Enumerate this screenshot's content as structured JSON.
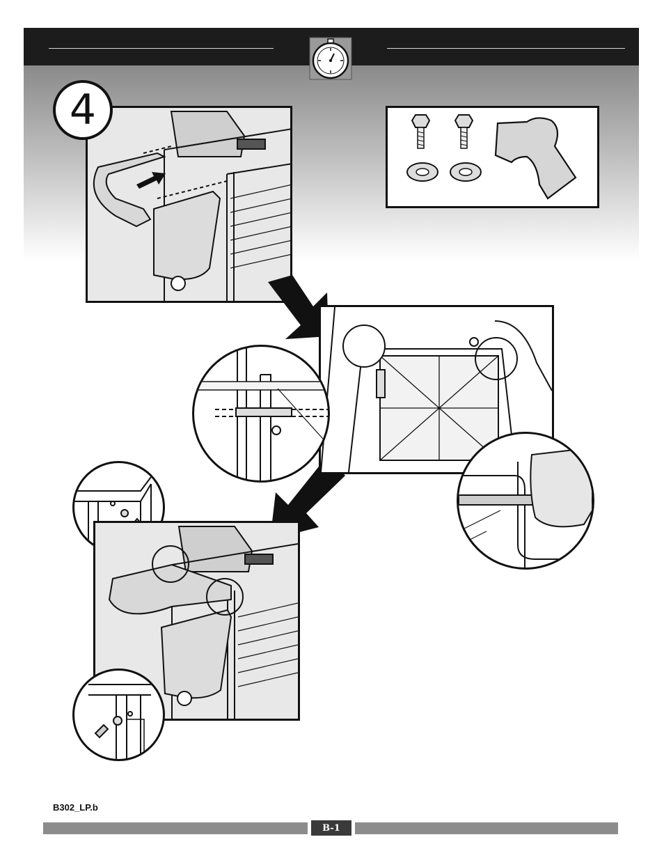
{
  "header": {
    "timer_icon": "stopwatch-icon"
  },
  "step": {
    "number": "4"
  },
  "parts": {
    "bolts": 2,
    "washers": 2,
    "handle_bracket": 1
  },
  "footer": {
    "doc_code": "B302_LP.b",
    "page": "B-1"
  },
  "colors": {
    "header": "#1c1c1c",
    "footer_bar": "#8c8c8c",
    "page_tab": "#3a3a3a"
  }
}
